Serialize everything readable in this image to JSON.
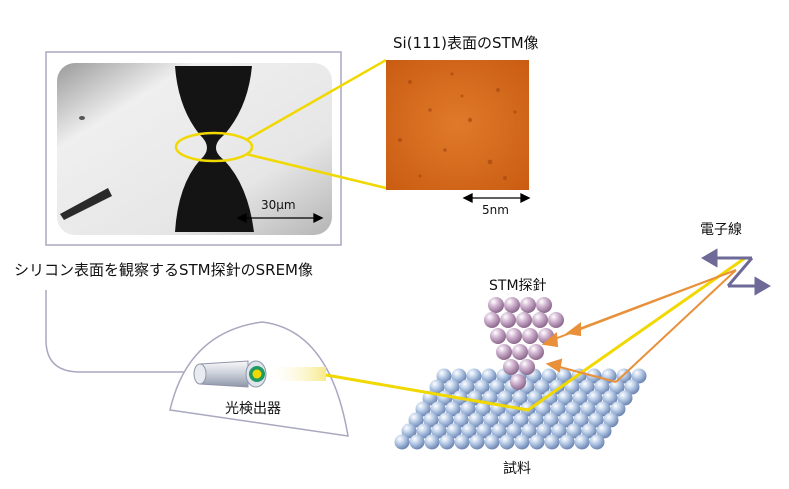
{
  "labels": {
    "stm_image_title": "Si(111)表面のSTM像",
    "srem_scale": "30μm",
    "stm_scale": "5nm",
    "srem_caption": "シリコン表面を観察するSTM探針のSREM像",
    "probe": "STM探針",
    "electron_beam": "電子線",
    "detector": "光検出器",
    "sample": "試料"
  },
  "colors": {
    "yellow": "#f0d800",
    "orange": "#e8903a",
    "probe": "#c8a8c8",
    "sample": "#a8c0e0",
    "frame": "#a8a8c0",
    "stm_surface": "#d86818",
    "arrow": "#6e6a98"
  }
}
